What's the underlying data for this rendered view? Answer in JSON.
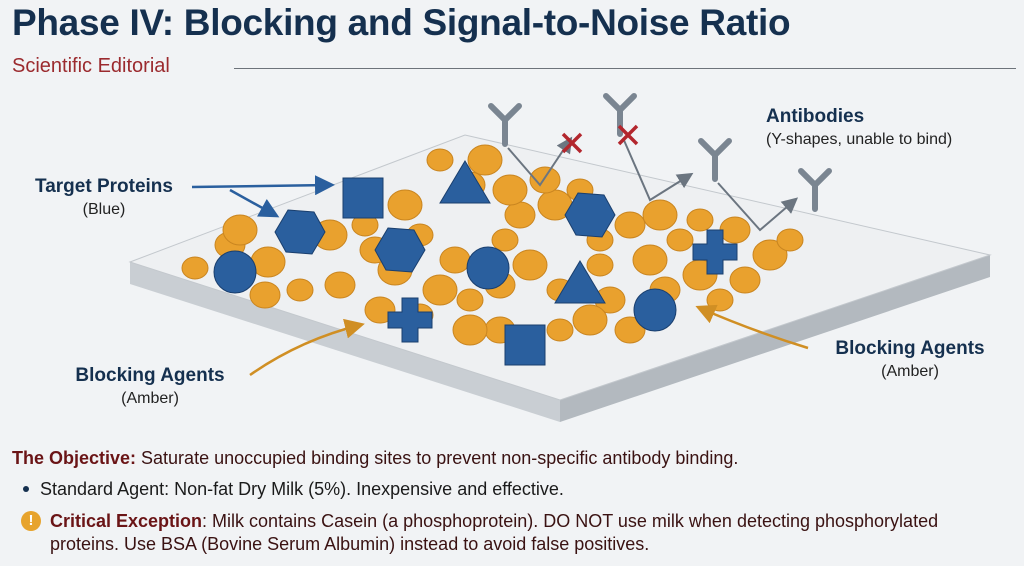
{
  "header": {
    "title": "Phase IV: Blocking and Signal-to-Noise Ratio",
    "subtitle": "Scientific Editorial"
  },
  "labels": {
    "target_proteins": {
      "title": "Target Proteins",
      "sub": "(Blue)"
    },
    "antibodies": {
      "title": "Antibodies",
      "sub": "(Y-shapes, unable to bind)"
    },
    "blocking_left": {
      "title": "Blocking Agents",
      "sub": "(Amber)"
    },
    "blocking_right": {
      "title": "Blocking Agents",
      "sub": "(Amber)"
    }
  },
  "colors": {
    "target": "#2a5f9e",
    "blocking": "#e9a12e",
    "antibody": "#7a8591",
    "reject": "#b3262d",
    "title": "#15304f"
  },
  "notes": {
    "objective_label": "The Objective:",
    "objective_text": " Saturate unoccupied binding sites to prevent non-specific antibody binding.",
    "standard_agent": "Standard Agent: Non-fat Dry Milk (5%). Inexpensive and effective.",
    "warning_icon": "!",
    "critical_label": "Critical Exception",
    "critical_text": ": Milk contains Casein (a phosphoprotein). DO NOT use milk when detecting phosphorylated proteins. Use BSA (Bovine Serum Albumin) instead to avoid false positives."
  }
}
